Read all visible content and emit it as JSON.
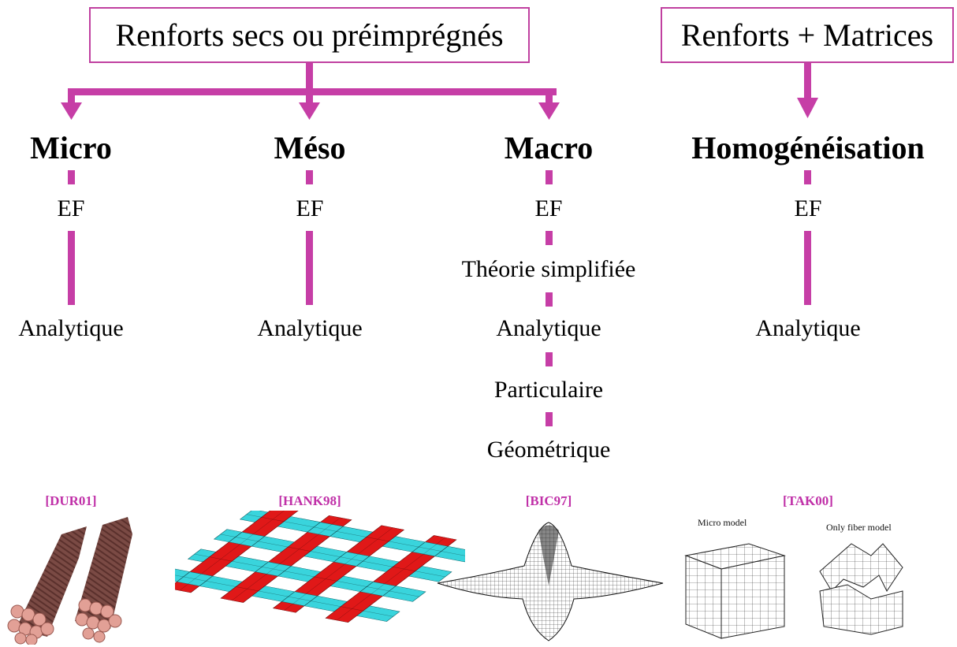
{
  "colors": {
    "accent": "#c63ea6",
    "accent_dark": "#c030a8"
  },
  "sources": {
    "dry": "Renforts secs ou préimprégnés",
    "matrix": "Renforts + Matrices"
  },
  "columns": [
    {
      "level": "Micro",
      "items": [
        "EF",
        "Analytique"
      ],
      "ref": "[DUR01]"
    },
    {
      "level": "Méso",
      "items": [
        "EF",
        "Analytique"
      ],
      "ref": "[HANK98]"
    },
    {
      "level": "Macro",
      "items": [
        "EF",
        "Théorie simplifiée",
        "Analytique",
        "Particulaire",
        "Géométrique"
      ],
      "ref": "[BIC97]"
    },
    {
      "level": "Homogénéisation",
      "items": [
        "EF",
        "Analytique"
      ],
      "ref": "[TAK00]"
    }
  ],
  "tak_labels": {
    "left": "Micro model",
    "right": "Only fiber model"
  },
  "images": [
    "fiber-bundles",
    "woven-fabric-mesh",
    "draped-fabric-mesh",
    "unit-cell-mesh"
  ]
}
